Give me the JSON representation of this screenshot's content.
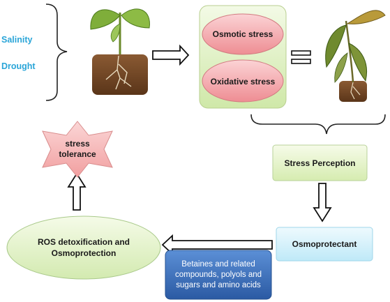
{
  "causes": [
    "Salinity",
    "Drought"
  ],
  "stresses": [
    "Osmotic stress",
    "Oxidative stress"
  ],
  "stress_perception": "Stress Perception",
  "osmoprotectant": "Osmoprotectant",
  "compounds": "Betaines and related compounds, polyols and sugars and amino acids",
  "ros": "ROS detoxification and Osmoprotection",
  "tolerance": "stress tolerance",
  "colors": {
    "cause_text": "#2aa5d8",
    "stress_panel": "#dcefc0",
    "stress_ellipse": "#f4a3a8",
    "perception_box": "#e6f4c8",
    "osmoprotectant_box": "#cdeffa",
    "compound_box": "#3a6bb5",
    "ros_ellipse": "#e3f4c6",
    "star": "#f6b9b9"
  }
}
